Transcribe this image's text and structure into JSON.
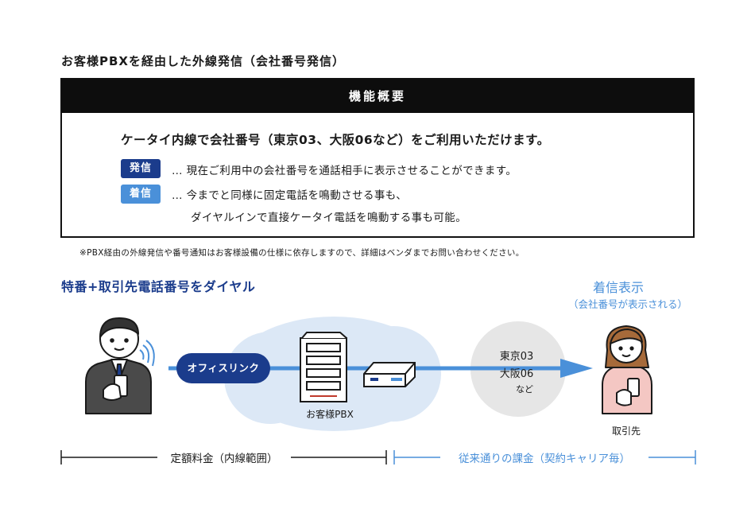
{
  "title": "お客様PBXを経由した外線発信（会社番号発信）",
  "summary": {
    "header": "機能概要",
    "lead": "ケータイ内線で会社番号（東京03、大阪06など）をご利用いただけます。",
    "outgoing": {
      "badge": "発信",
      "text": "… 現在ご利用中の会社番号を通話相手に表示させることができます。"
    },
    "incoming": {
      "badge": "着信",
      "text_line1": "… 今までと同様に固定電話を鳴動させる事も、",
      "text_line2": "ダイヤルインで直接ケータイ電話を鳴動する事も可能。"
    }
  },
  "note": "※PBX経由の外線発信や番号通知はお客様設備の仕様に依存しますので、詳細はベンダまでお問い合わせください。",
  "diagram": {
    "dial_label": "特番+取引先電話番号をダイヤル",
    "incoming_display": "着信表示",
    "incoming_display_sub": "（会社番号が表示される）",
    "office_link": "オフィスリンク",
    "pbx_label": "お客様PBX",
    "area_codes": [
      "東京03",
      "大阪06",
      "など"
    ],
    "destination_label": "取引先"
  },
  "billing": {
    "fixed": "定額料金（内線範囲）",
    "conventional": "従来通りの課金（契約キャリア毎）"
  },
  "colors": {
    "navy": "#1b3c8c",
    "light_blue": "#4a90d9",
    "cloud": "#dce8f6",
    "gray_bubble": "#e6e6e6",
    "black": "#0d0d0d"
  }
}
